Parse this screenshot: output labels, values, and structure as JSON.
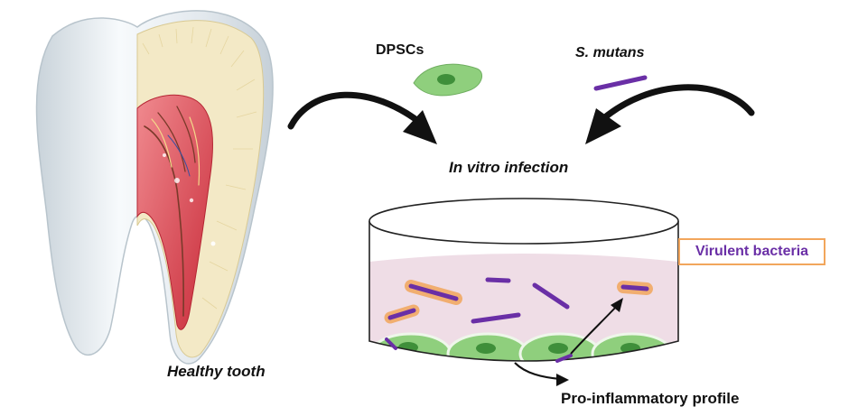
{
  "labels": {
    "dpscs": "DPSCs",
    "s_mutans": "S. mutans",
    "in_vitro_infection": "In vitro infection",
    "healthy_tooth": "Healthy tooth",
    "virulent_bacteria": "Virulent bacteria",
    "pro_inflammatory_profile": "Pro-inflammatory profile"
  },
  "colors": {
    "arrow": "#111111",
    "bacteria": "#6a2fa6",
    "virulent_glow": "#f2a65c",
    "cell_fill": "#8fcf7d",
    "cell_nucleus": "#3f8f3a",
    "medium": "#efdde6",
    "pulp": "#d9424c",
    "dentin": "#f3e9c6",
    "enamel": "#e8eef2",
    "label_box_border": "#f2a65c"
  }
}
